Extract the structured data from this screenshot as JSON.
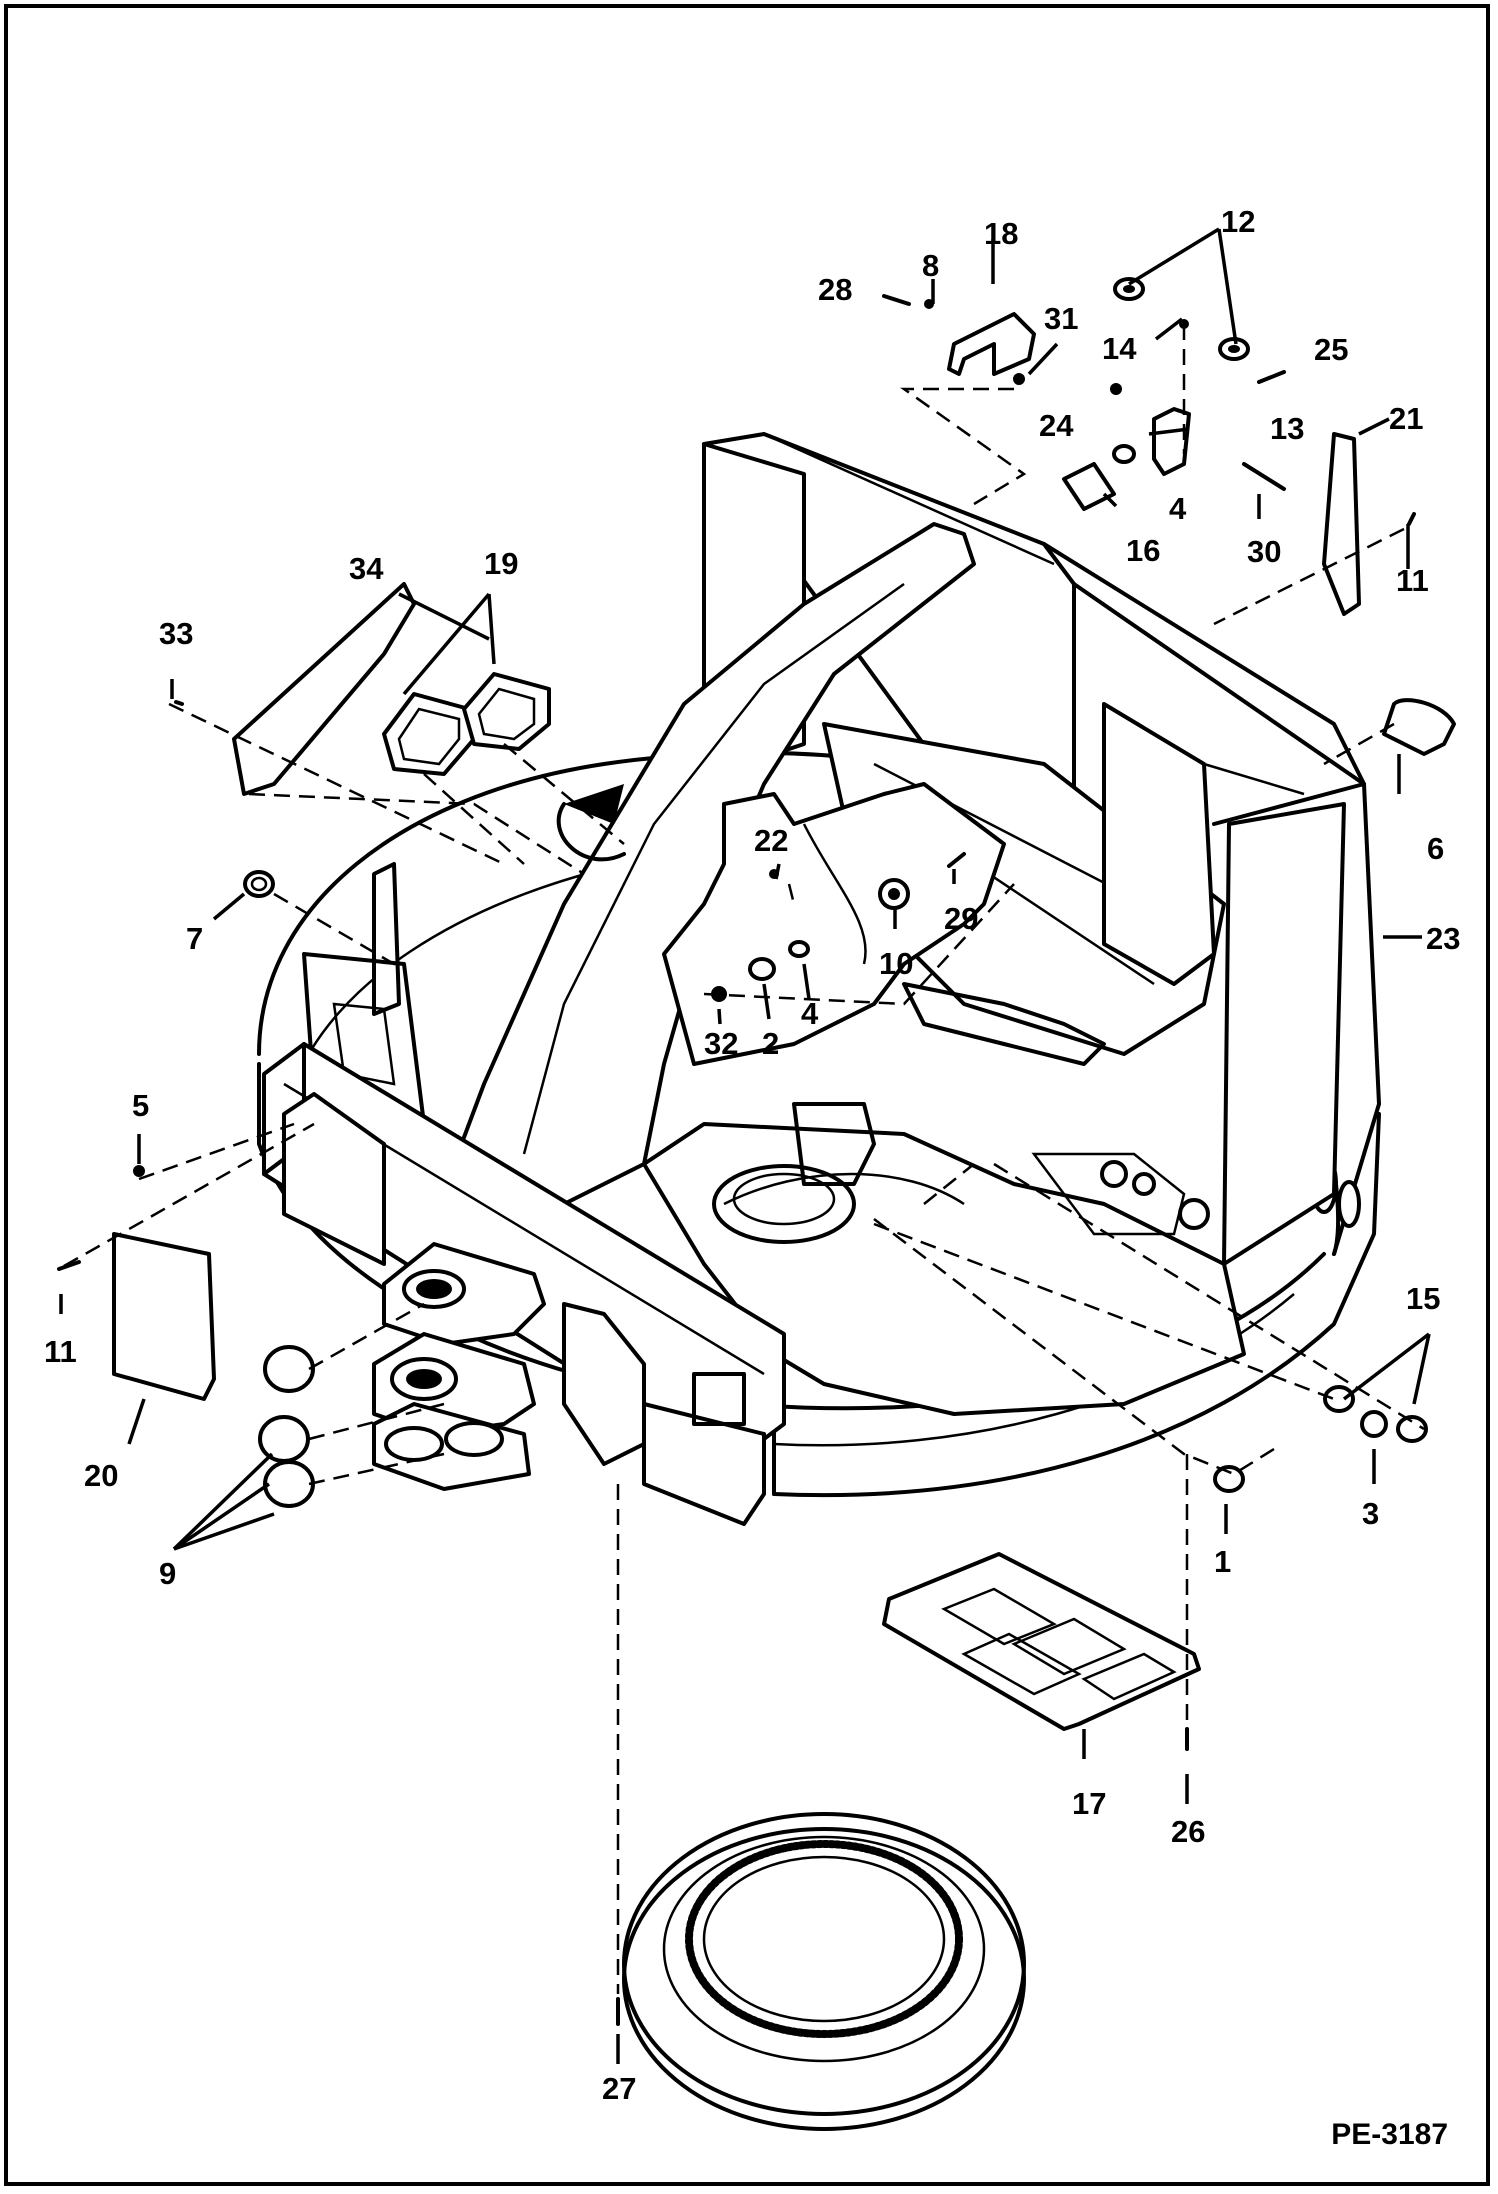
{
  "figure_id": "PE-3187",
  "callouts": [
    "1",
    "2",
    "3",
    "4",
    "4",
    "5",
    "6",
    "7",
    "8",
    "9",
    "10",
    "11",
    "11",
    "12",
    "13",
    "14",
    "15",
    "16",
    "17",
    "18",
    "19",
    "20",
    "21",
    "22",
    "23",
    "24",
    "25",
    "26",
    "27",
    "28",
    "29",
    "30",
    "31",
    "32",
    "33",
    "34"
  ]
}
